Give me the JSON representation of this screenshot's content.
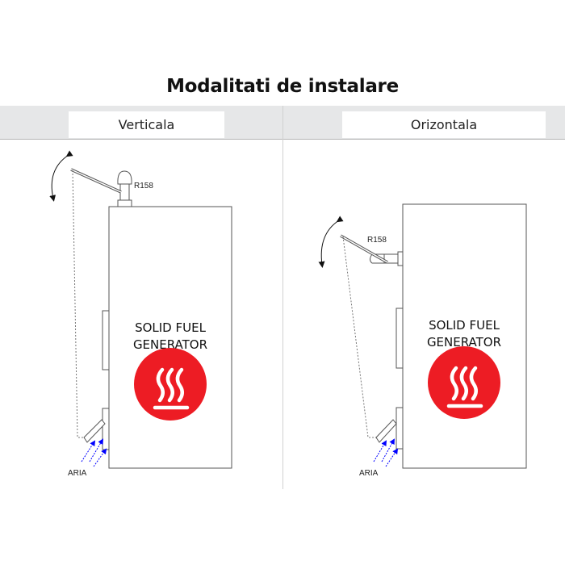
{
  "title": "Modalitati de instalare",
  "sections": [
    {
      "id": "vertical",
      "label": "Verticala",
      "valve_label": "R158",
      "boiler_line1": "SOLID FUEL",
      "boiler_line2": "GENERATOR",
      "air_label": "ARIA",
      "icon": "heat-waves-icon"
    },
    {
      "id": "horizontal",
      "label": "Orizontala",
      "valve_label": "R158",
      "boiler_line1": "SOLID FUEL",
      "boiler_line2": "GENERATOR",
      "air_label": "ARIA",
      "icon": "heat-waves-icon"
    }
  ],
  "colors": {
    "header_band": "#e6e7e8",
    "heat_icon_red": "#ed1c24",
    "air_arrows": "#0000ff",
    "outline": "#555555"
  }
}
